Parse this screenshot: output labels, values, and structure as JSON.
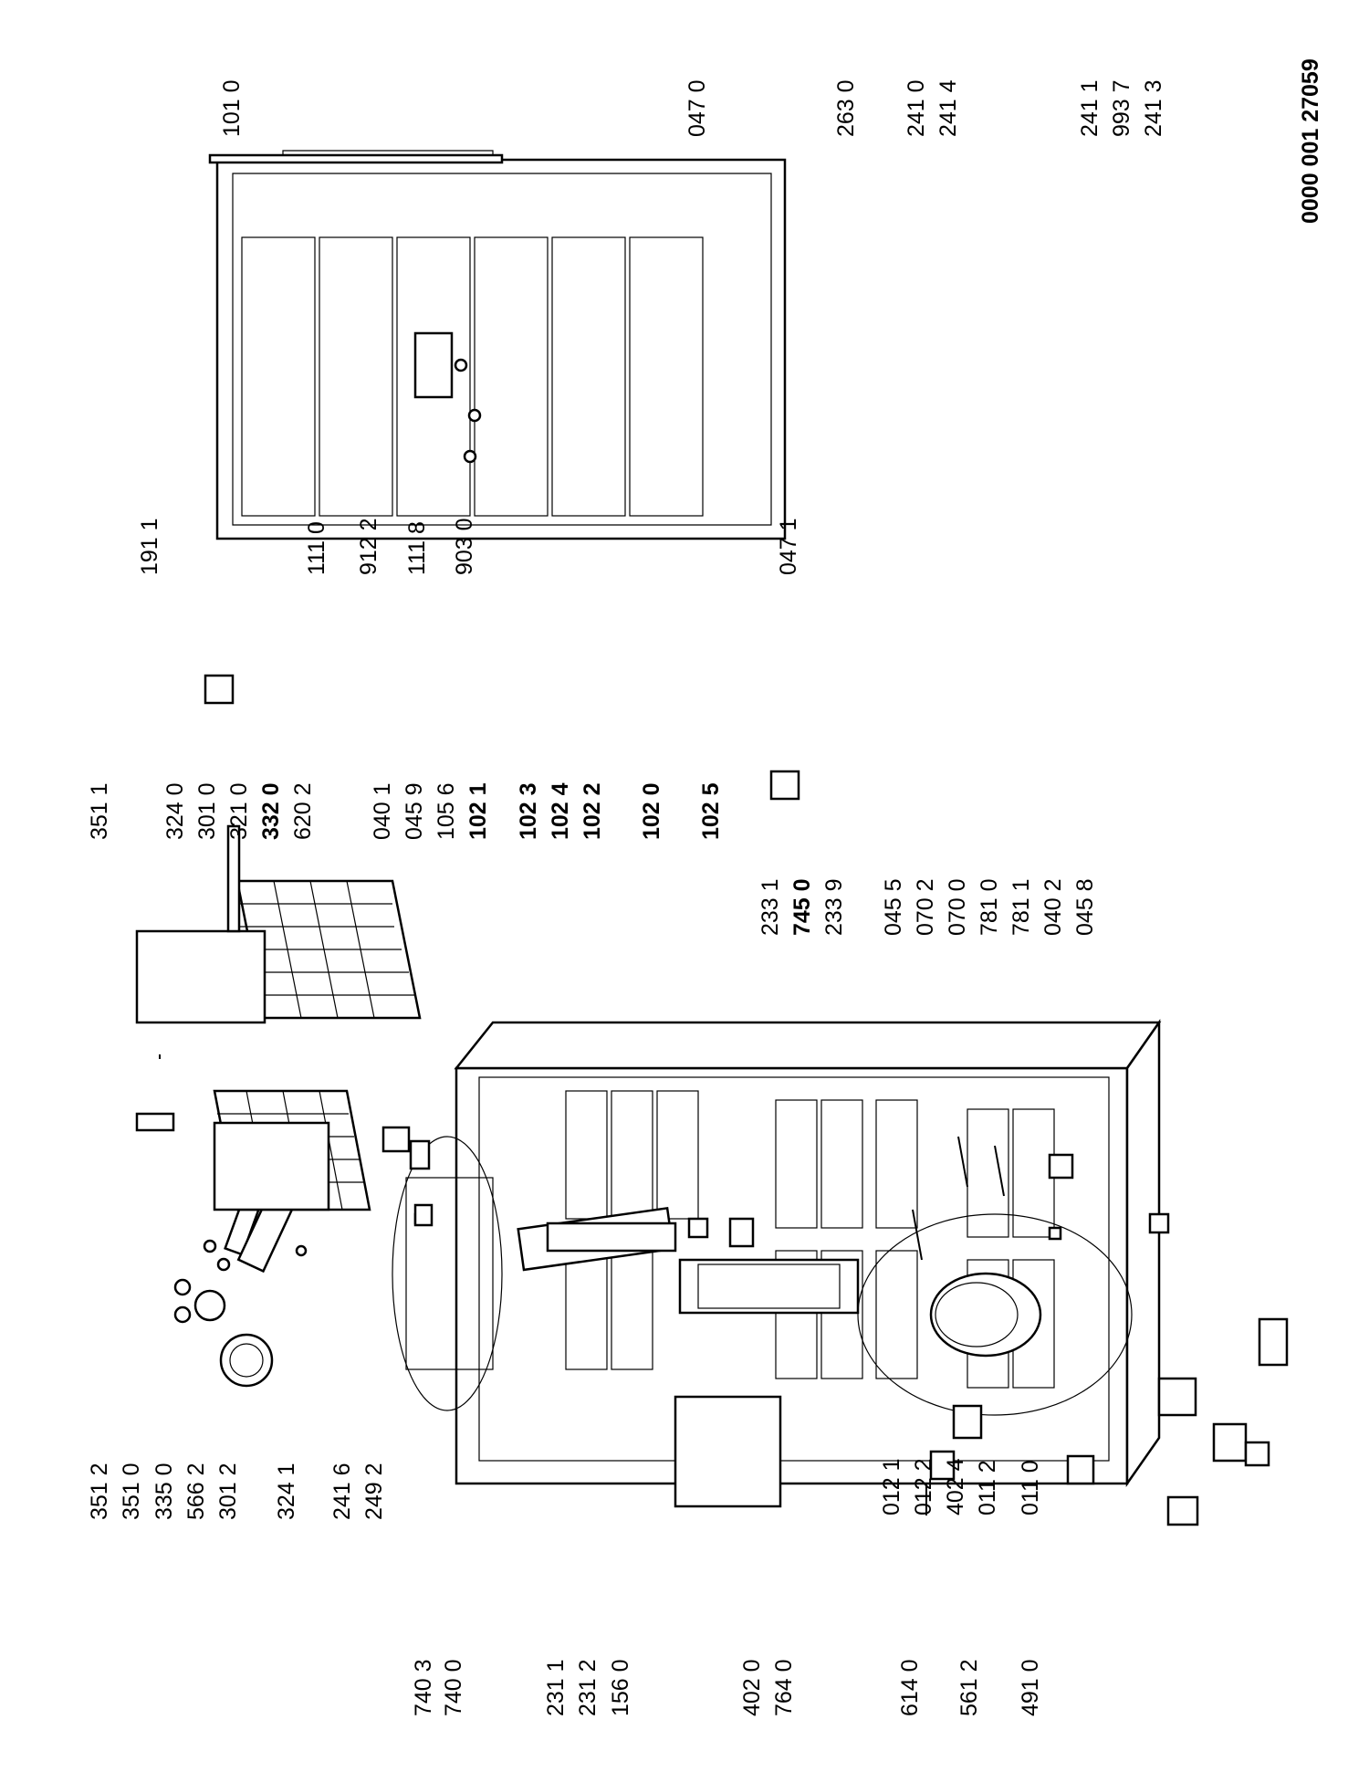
{
  "document_number": "0000 001 27059",
  "labels": {
    "l3512": "351 2",
    "l3510": "351 0",
    "l3350": "335 0",
    "l5662": "566 2",
    "l3012": "301 2",
    "l3241": "324 1",
    "l2416": "241 6",
    "l2492": "249 2",
    "l7403": "740 3",
    "l7400": "740 0",
    "l2311": "231 1",
    "l2312": "231 2",
    "l1560": "156 0",
    "l4020": "402 0",
    "l7640": "764 0",
    "l6140": "614 0",
    "l5612": "561 2",
    "l4910": "491 0",
    "l0121": "012 1",
    "l0122": "012 2",
    "l4024": "402 4",
    "l0112": "011 2",
    "l0110": "011 0",
    "l3511": "351 1",
    "l3240": "324 0",
    "l3010": "301 0",
    "l3210": "321 0",
    "l3320": "332 0",
    "l6202": "620 2",
    "l0401": "040 1",
    "l0459": "045 9",
    "l1056": "105 6",
    "l1021": "102 1",
    "l1023": "102 3",
    "l1024": "102 4",
    "l1022": "102 2",
    "l1020": "102 0",
    "l1025": "102 5",
    "l2331": "233 1",
    "l7450": "745 0",
    "l2339": "233 9",
    "l0455": "045 5",
    "l0702": "070 2",
    "l0700": "070 0",
    "l7810": "781 0",
    "l7811": "781 1",
    "l0402": "040 2",
    "l0458": "045 8",
    "l1911": "191 1",
    "l1110": "111 0",
    "l9122": "912 2",
    "l1118": "111 8",
    "l9030": "903 0",
    "l1010": "101 0",
    "l0470": "047 0",
    "l0471": "047 1",
    "l2630": "263 0",
    "l2410": "241 0",
    "l2414": "241 4",
    "l2411": "241 1",
    "l9937": "993 7",
    "l2413": "241 3"
  }
}
